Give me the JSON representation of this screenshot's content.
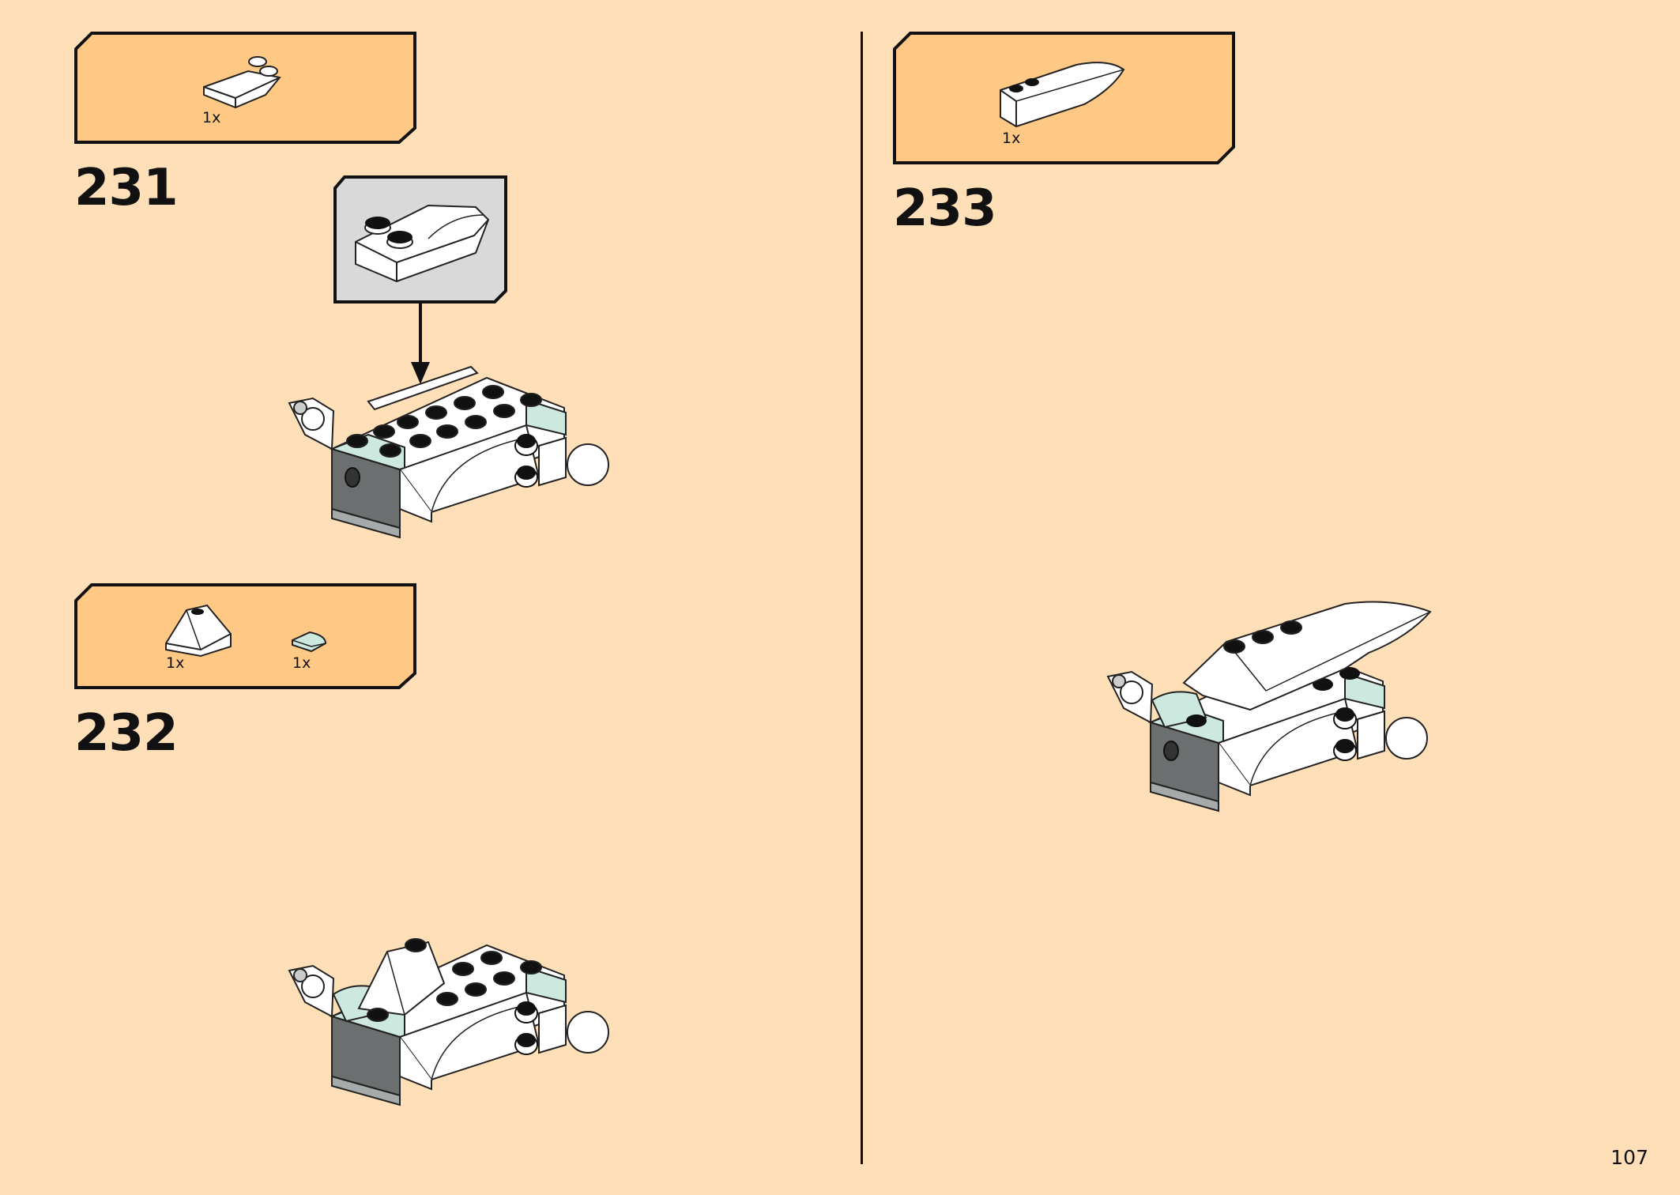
{
  "steps": [
    {
      "number": "231",
      "parts": [
        {
          "qty": "1x",
          "part": "white-wedge-plate-with-studs"
        }
      ]
    },
    {
      "number": "232",
      "parts": [
        {
          "qty": "1x",
          "part": "white-slope-brick"
        },
        {
          "qty": "1x",
          "part": "light-aqua-tile-round-corner"
        }
      ]
    },
    {
      "number": "233",
      "parts": [
        {
          "qty": "1x",
          "part": "white-curved-wedge-brick"
        }
      ]
    }
  ],
  "page_number": "107",
  "colors": {
    "page_bg": "#FFDFB7",
    "parts_box_bg": "#FFC985",
    "callout_bg": "#D9D9D9",
    "outline": "#111111",
    "white_brick": "#FFFFFF",
    "aqua_brick": "#CDE9DF",
    "dark_grey_brick": "#6B6F70"
  }
}
